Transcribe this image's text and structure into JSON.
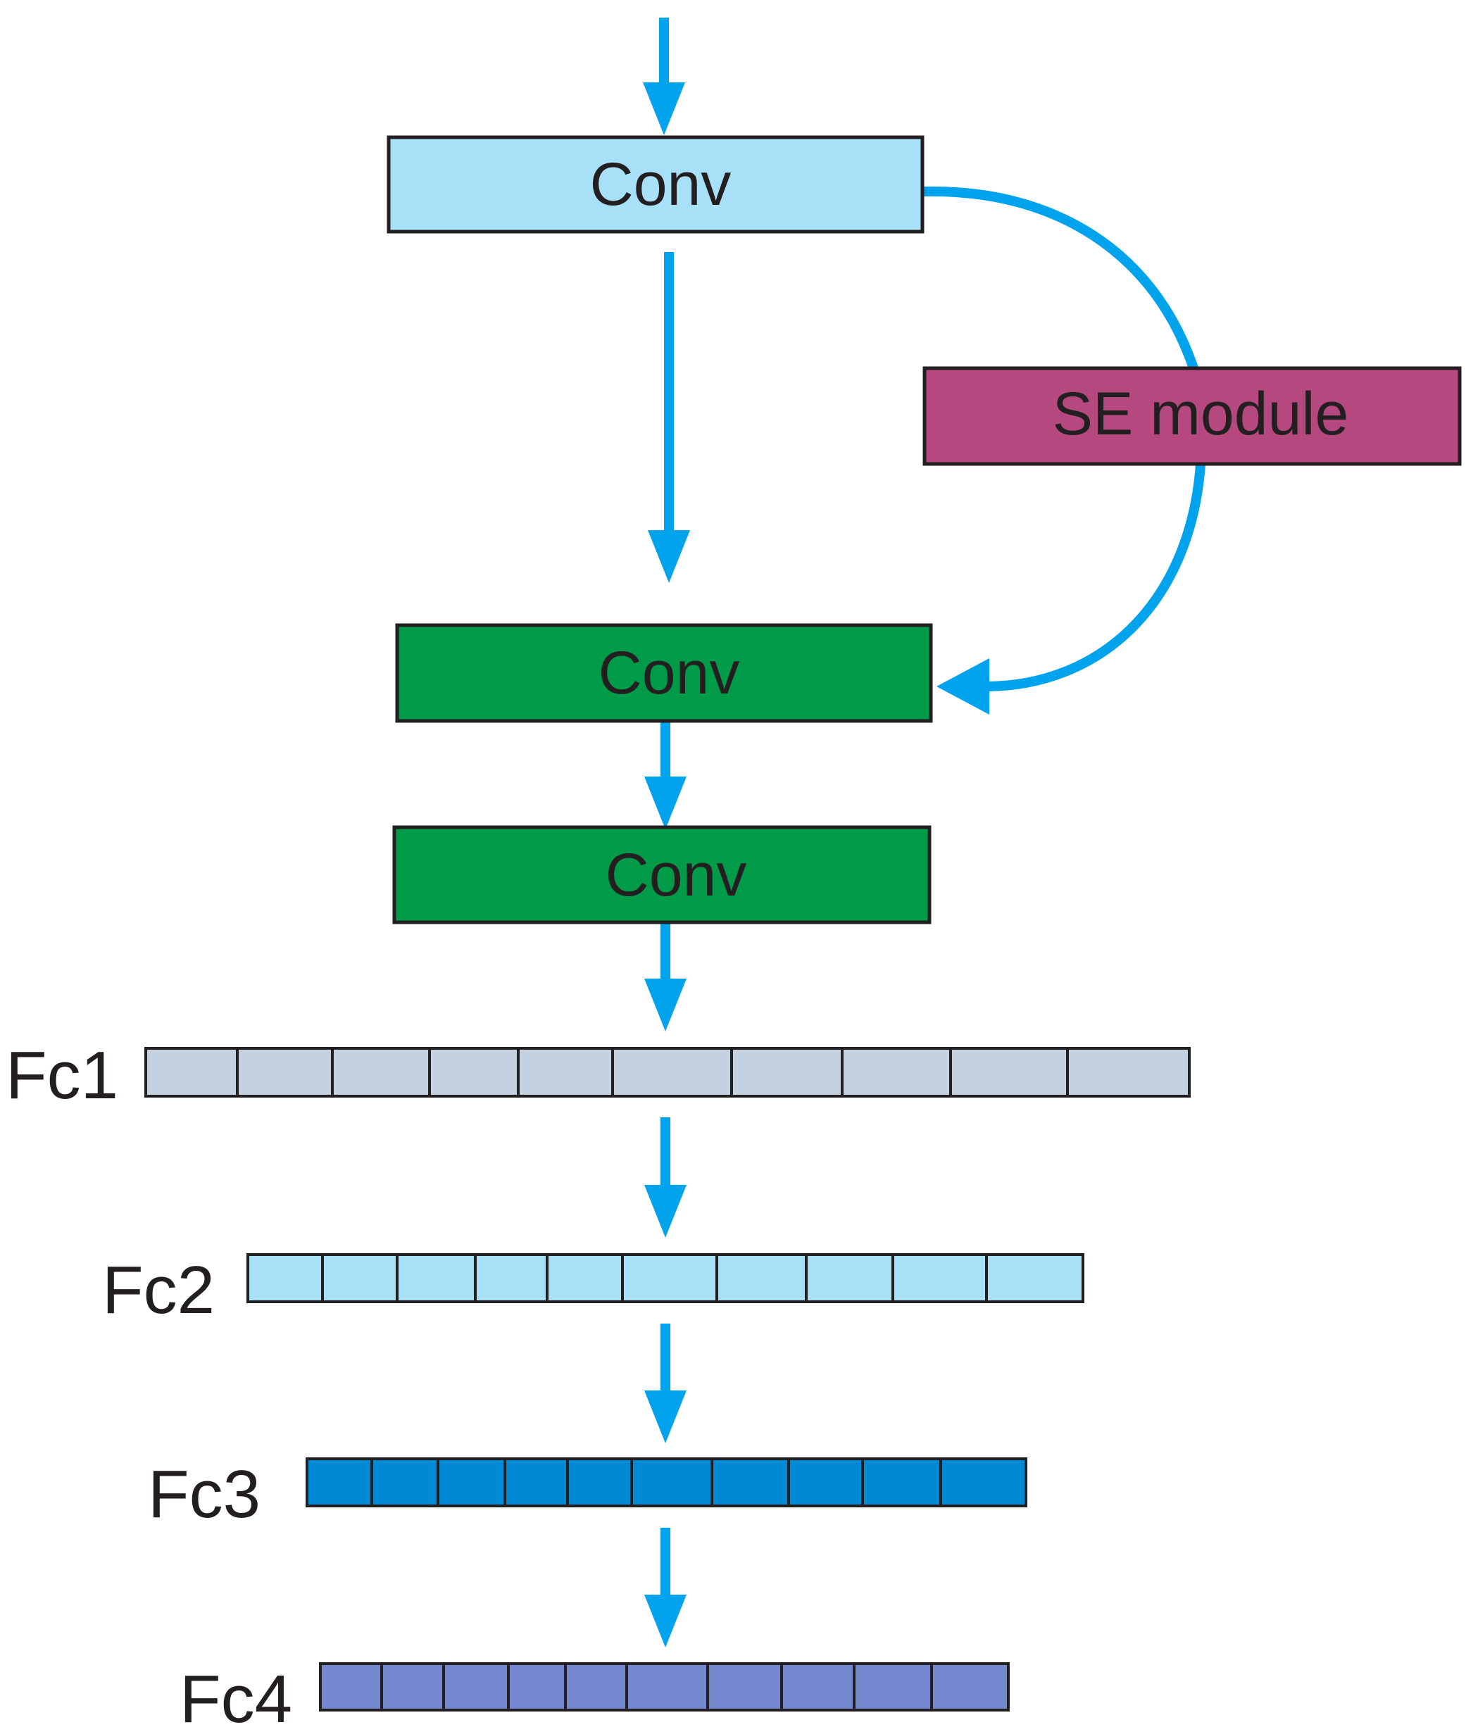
{
  "colors": {
    "arrow": "#00a3ec",
    "outline": "#231f20",
    "conv_input": "#a8e0f8",
    "conv_main": "#009b48",
    "se_module": "#b5487e",
    "fc1": "#c3d1e0",
    "fc2": "#a8e0f8",
    "fc3": "#0089d4",
    "fc4": "#7488cf"
  },
  "blocks": {
    "conv_top": {
      "label": "Conv"
    },
    "se": {
      "label": "SE module"
    },
    "conv_mid": {
      "label": "Conv"
    },
    "conv_low": {
      "label": "Conv"
    }
  },
  "fc_layers": [
    {
      "label": "Fc1",
      "cells": 10
    },
    {
      "label": "Fc2",
      "cells": 10
    },
    {
      "label": "Fc3",
      "cells": 10
    },
    {
      "label": "Fc4",
      "cells": 10
    }
  ]
}
